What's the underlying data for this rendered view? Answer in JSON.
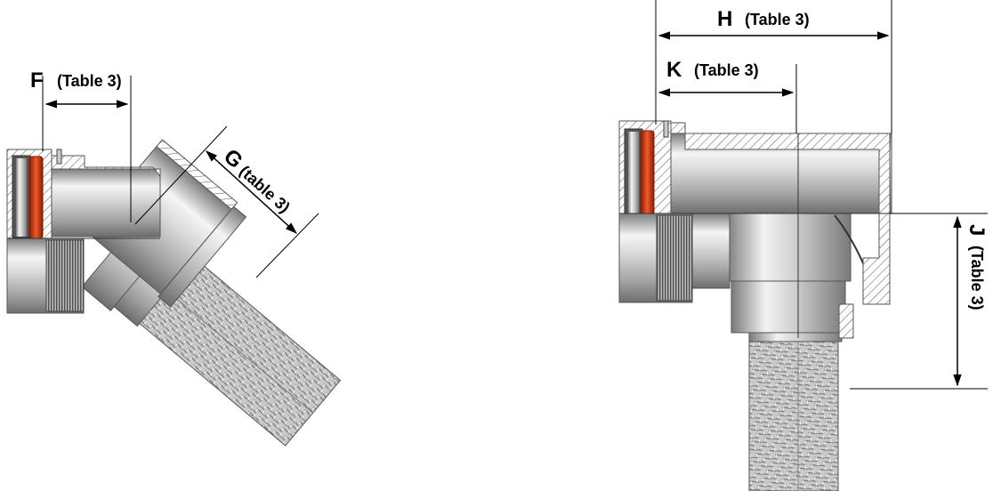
{
  "left_view": {
    "dim_f": {
      "letter": "F",
      "ref": "(Table 3)"
    },
    "dim_g": {
      "letter": "G",
      "ref": "(table 3)"
    }
  },
  "right_view": {
    "dim_h": {
      "letter": "H",
      "ref": "(Table 3)"
    },
    "dim_k": {
      "letter": "K",
      "ref": "(Table 3)"
    },
    "dim_j": {
      "letter": "J",
      "ref": "(Table 3)"
    }
  },
  "colors": {
    "metal_light": "#f2f2f2",
    "metal_dark": "#8e8e8e",
    "seal_red": "#d8381a",
    "hatch": "#555555"
  }
}
